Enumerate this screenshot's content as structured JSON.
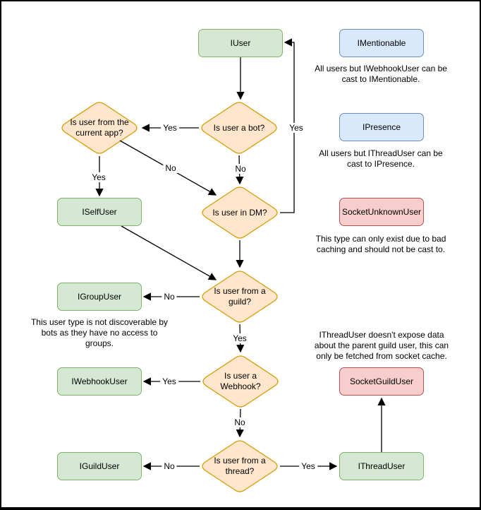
{
  "palette": {
    "node_green_fill": "#d5e8d4",
    "node_green_stroke": "#82b366",
    "node_blue_fill": "#dae8fc",
    "node_blue_stroke": "#6c8ebf",
    "node_red_fill": "#f8cecc",
    "node_red_stroke": "#b85450",
    "decision_fill": "#ffe6cc",
    "decision_stroke": "#d79b00",
    "edge_color": "#000000",
    "background": "#ffffff"
  },
  "boxes": {
    "iuser": "IUser",
    "imentionable": "IMentionable",
    "ipresence": "IPresence",
    "socket_unknown_user": "SocketUnknownUser",
    "iselfuser": "ISelfUser",
    "igroupuser": "IGroupUser",
    "iwebhookuser": "IWebhookUser",
    "socket_guild_user": "SocketGuildUser",
    "iguilduser": "IGuildUser",
    "ithreaduser": "IThreadUser"
  },
  "decisions": {
    "from_current_app": "Is user from the\ncurrent app?",
    "is_bot": "Is user a bot?",
    "in_dm": "Is user in DM?",
    "from_guild": "Is user from a\nguild?",
    "is_webhook": "Is user a\nWebhook?",
    "from_thread": "Is user from a\nthread?"
  },
  "edge_labels": {
    "bot_yes": "Yes",
    "bot_no": "No",
    "dm_yes": "Yes",
    "app_yes": "Yes",
    "app_no": "No",
    "guild_no": "No",
    "guild_yes": "Yes",
    "webhook_yes": "Yes",
    "webhook_no": "No",
    "thread_no": "No",
    "thread_yes": "Yes"
  },
  "notes": {
    "mentionable": "All users but IWebhookUser can be\ncast to IMentionable.",
    "presence": "All users but IThreadUser can be\ncast to IPresence.",
    "unknown": "This type can only exist due to bad\ncaching and should not be cast to.",
    "group": "This user type is not discoverable by\nbots as they have no access to\ngroups.",
    "thread": "IThreadUser doesn't expose data\nabout the parent guild user, this can\nonly be fetched from socket cache."
  }
}
